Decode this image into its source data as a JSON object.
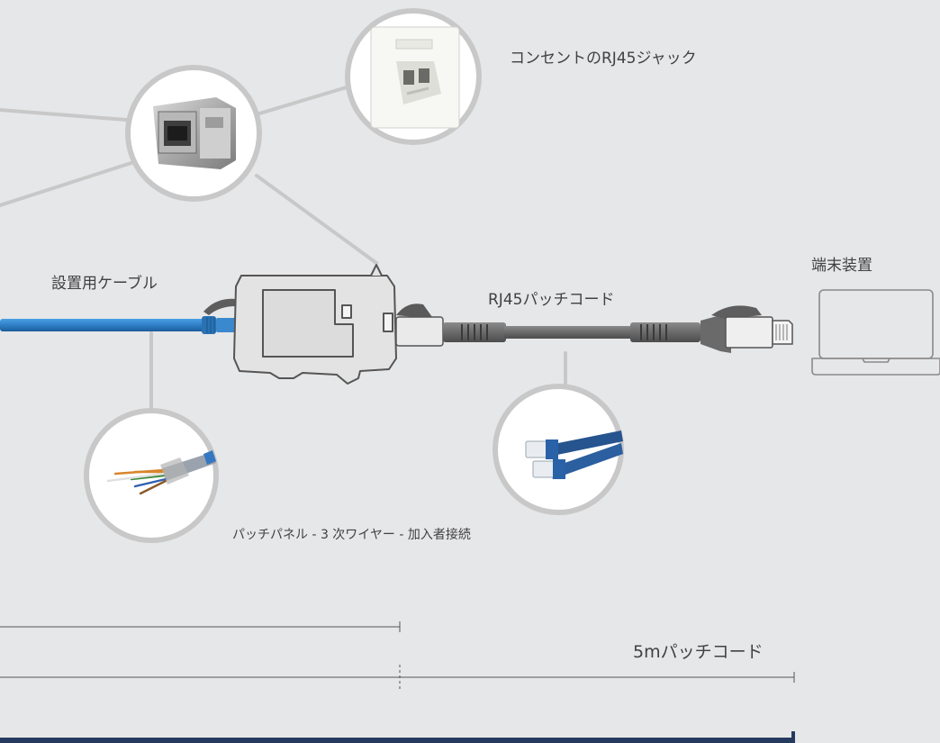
{
  "labels": {
    "outlet_jack": "コンセントのRJ45ジャック",
    "installation_cable": "設置用ケーブル",
    "patch_cord": "RJ45パッチコード",
    "end_device": "端末装置",
    "connection_chain": "パッチパネル - 3 次ワイヤー - 加入者接続",
    "patch_cord_5m": "5mパッチコード"
  },
  "colors": {
    "background": "#e6e7e8",
    "connector_line": "#c8c8c8",
    "cable_blue": "#2f7fc6",
    "cord_gray": "#6e6e6e",
    "bottom_bar": "#253a5e"
  },
  "icons": {
    "laptop": "laptop-icon",
    "keystone": "keystone-jack-photo",
    "wall_outlet": "wall-outlet-photo",
    "cable_wires": "cable-wires-photo",
    "patch_cords": "patch-cords-photo"
  }
}
